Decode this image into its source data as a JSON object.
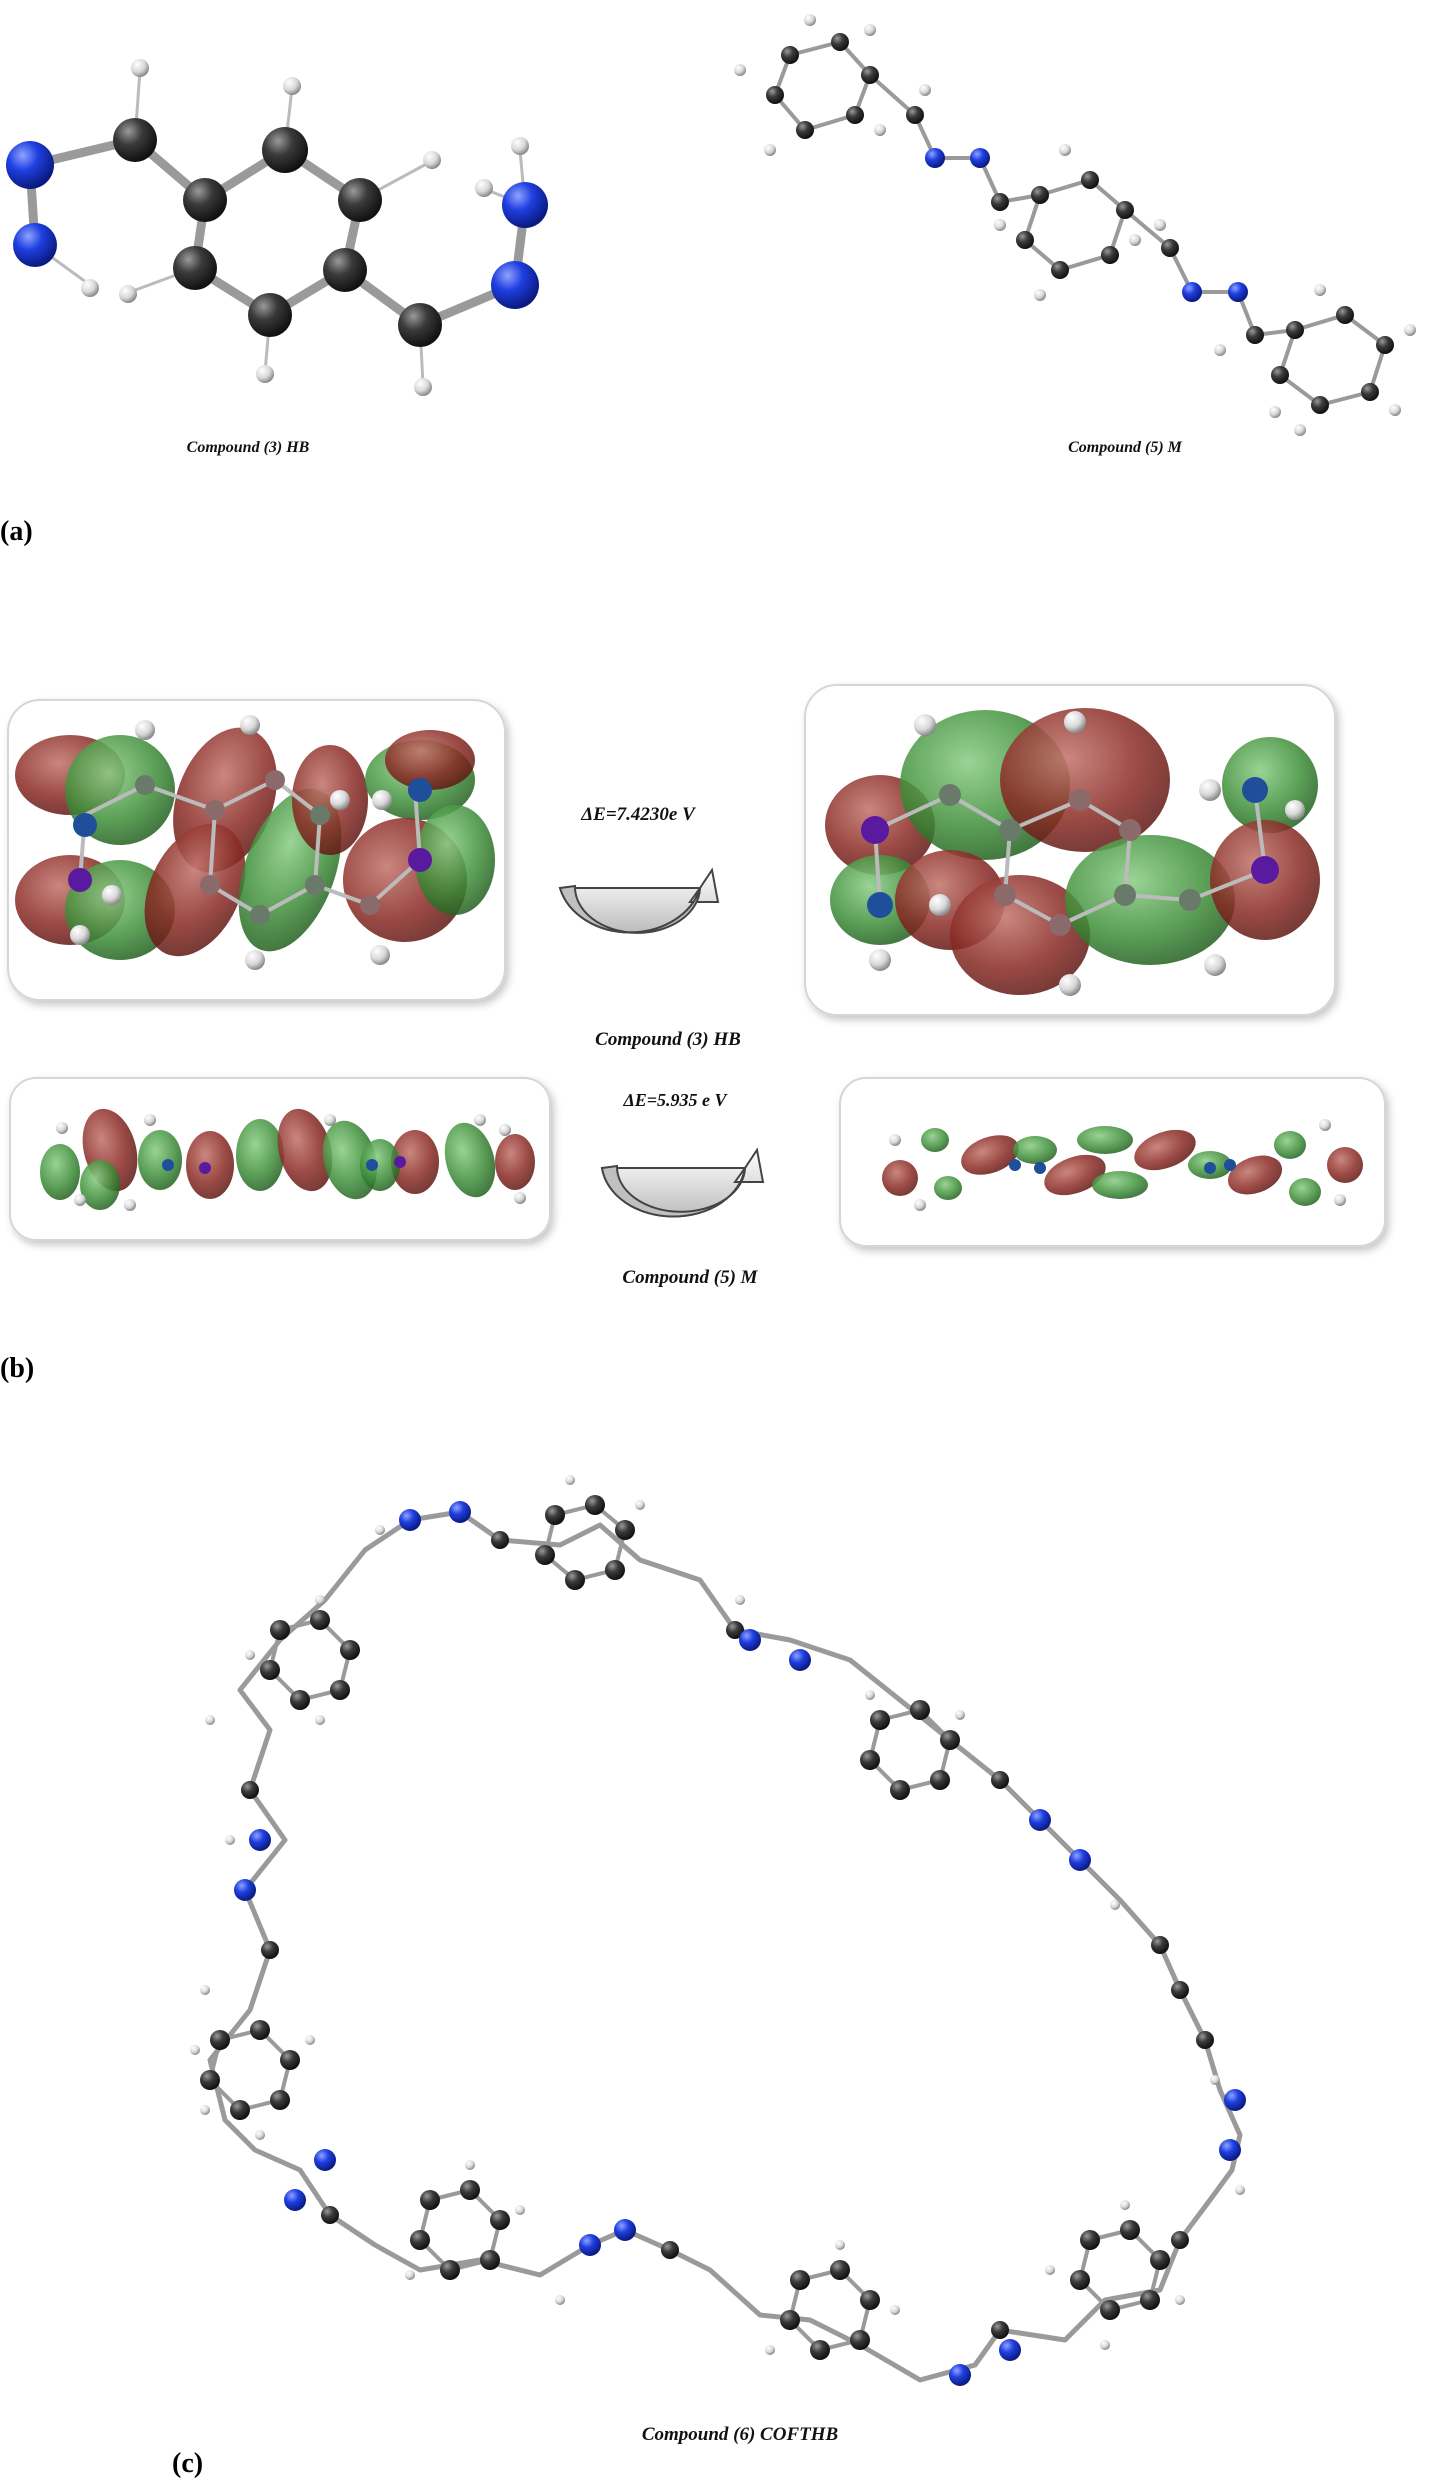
{
  "panels": {
    "a": {
      "label": "(a)"
    },
    "b": {
      "label": "(b)"
    },
    "c": {
      "label": "(c)"
    }
  },
  "captions": {
    "hb_a": "Compound (3) HB",
    "m_a": "Compound (5) M",
    "hb_b": "Compound (3) HB",
    "m_b": "Compound (5) M",
    "cofthb": "Compound (6) COFTHB"
  },
  "energy_gaps": {
    "hb": "ΔE=7.4230e V",
    "m": "ΔE=5.935 e V"
  },
  "colors": {
    "carbon": "#3a3a3a",
    "nitrogen": "#1f3fe0",
    "hydrogen": "#e6e6e6",
    "bond": "#9a9a9a",
    "orbital_red": "#8a2a24",
    "orbital_green": "#3f8f3a"
  }
}
